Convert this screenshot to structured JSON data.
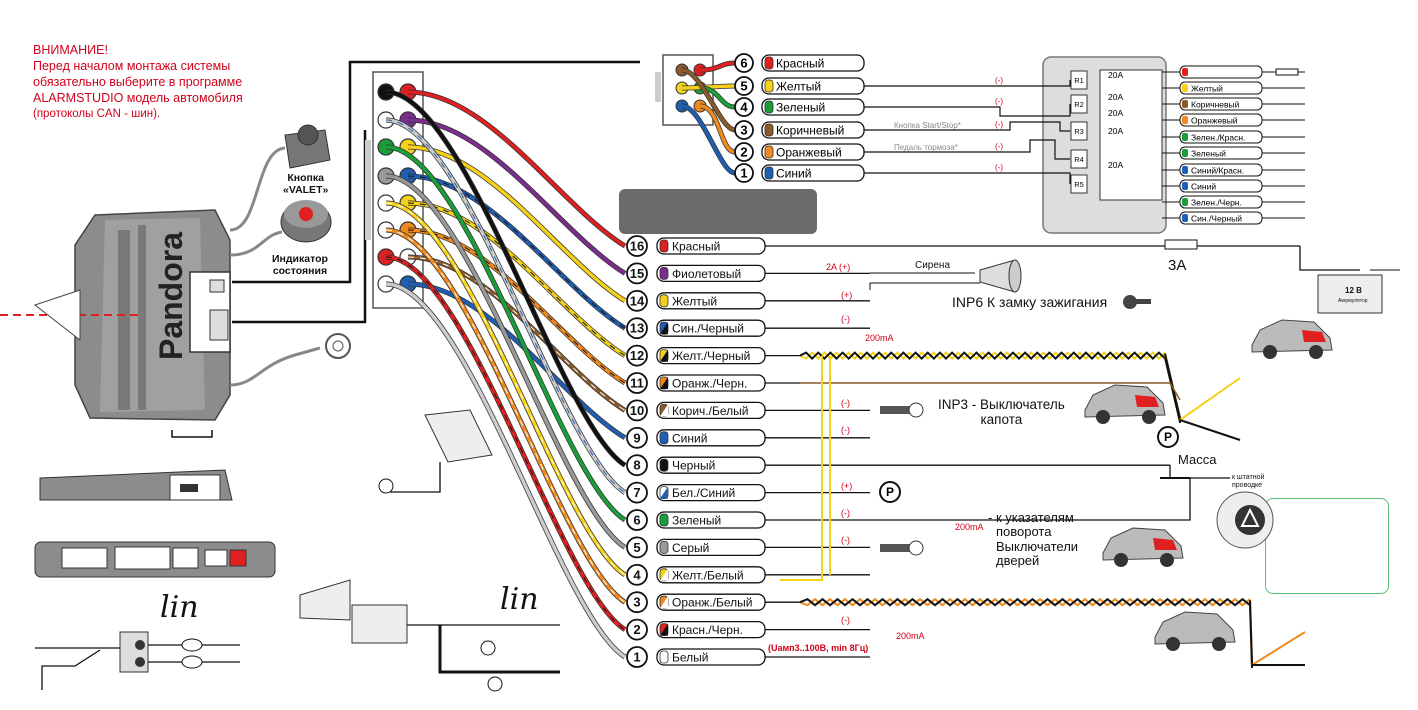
{
  "warning": {
    "line1": "ВНИМАНИЕ!",
    "line2": "Перед началом монтажа системы",
    "line3": "обязательно выберите в программе",
    "line4": "ALARMSTUDIO  модель автомобиля",
    "line5": "(протоколы CAN - шин)."
  },
  "main_unit": {
    "brand": "Pandora",
    "valet_label_1": "Кнопка",
    "valet_label_2": "«VALET»",
    "indicator_label_1": "Индикатор",
    "indicator_label_2": "состояния"
  },
  "lin_label": "lin",
  "connector_top": [
    {
      "pin": "6",
      "label": "Красный",
      "color": "#e02020"
    },
    {
      "pin": "5",
      "label": "Желтый",
      "color": "#f5d11a"
    },
    {
      "pin": "4",
      "label": "Зеленый",
      "color": "#1a9e3a"
    },
    {
      "pin": "3",
      "label": "Коричневый",
      "color": "#8a5a2b"
    },
    {
      "pin": "2",
      "label": "Оранжевый",
      "color": "#f08a1c"
    },
    {
      "pin": "1",
      "label": "Синий",
      "color": "#1f5fb3"
    }
  ],
  "top_notes": {
    "start_stop": "Кнопка Start/Stop*",
    "brake": "Педаль тормоза*",
    "minus": "(-)"
  },
  "relay": {
    "labels": [
      "R1",
      "R2",
      "R3",
      "R4",
      "R5"
    ],
    "fuse": "20A",
    "outputs": [
      {
        "label": "",
        "color": "#e02020"
      },
      {
        "label": "Желтый",
        "color": "#f5d11a"
      },
      {
        "label": "Коричневый",
        "color": "#8a5a2b"
      },
      {
        "label": "Оранжевый",
        "color": "#f08a1c"
      },
      {
        "label": "Зелен./Красн.",
        "color": "#1a9e3a"
      },
      {
        "label": "Зеленый",
        "color": "#1a9e3a"
      },
      {
        "label": "Синий/Красн.",
        "color": "#1f5fb3"
      },
      {
        "label": "Синий",
        "color": "#1f5fb3"
      },
      {
        "label": "Зелен./Черн.",
        "color": "#1a9e3a"
      },
      {
        "label": "Син./Черный",
        "color": "#1f5fb3"
      }
    ]
  },
  "connector_main": [
    {
      "pin": "16",
      "label": "Красный",
      "color": "#e02020",
      "stripe": ""
    },
    {
      "pin": "15",
      "label": "Фиолетовый",
      "color": "#7b2d8e",
      "stripe": ""
    },
    {
      "pin": "14",
      "label": "Желтый",
      "color": "#f5d11a",
      "stripe": ""
    },
    {
      "pin": "13",
      "label": "Син./Черный",
      "color": "#1f5fb3",
      "stripe": "#111"
    },
    {
      "pin": "12",
      "label": "Желт./Черный",
      "color": "#f5d11a",
      "stripe": "#111"
    },
    {
      "pin": "11",
      "label": "Оранж./Черн.",
      "color": "#f08a1c",
      "stripe": "#111"
    },
    {
      "pin": "10",
      "label": "Корич./Белый",
      "color": "#8a5a2b",
      "stripe": "#fff"
    },
    {
      "pin": "9",
      "label": "Синий",
      "color": "#1f5fb3",
      "stripe": ""
    },
    {
      "pin": "8",
      "label": "Черный",
      "color": "#111",
      "stripe": ""
    },
    {
      "pin": "7",
      "label": "Бел./Синий",
      "color": "#ffffff",
      "stripe": "#1f5fb3"
    },
    {
      "pin": "6",
      "label": "Зеленый",
      "color": "#1a9e3a",
      "stripe": ""
    },
    {
      "pin": "5",
      "label": "Серый",
      "color": "#999999",
      "stripe": ""
    },
    {
      "pin": "4",
      "label": "Желт./Белый",
      "color": "#f5d11a",
      "stripe": "#fff"
    },
    {
      "pin": "3",
      "label": "Оранж./Белый",
      "color": "#f08a1c",
      "stripe": "#fff"
    },
    {
      "pin": "2",
      "label": "Красн./Черн.",
      "color": "#e02020",
      "stripe": "#111"
    },
    {
      "pin": "1",
      "label": "Белый",
      "color": "#ffffff",
      "stripe": ""
    }
  ],
  "annotations": {
    "fuse_3a": "3A",
    "battery": "12 В",
    "battery_sub": "Аккумулятор",
    "siren": "Сирена",
    "siren_current": "2A (+)",
    "plus": "(+)",
    "minus": "(-)",
    "inp6": "INP6 К замку зажигания",
    "ma200": "200mA",
    "inp3_1": "INP3 - Выключатель",
    "inp3_2": "капота",
    "mass": "Масса",
    "turn_1": "- к указателям",
    "turn_2": "поворота",
    "doors_1": "Выключатели",
    "doors_2": "дверей",
    "to_wiring_1": "к штатной",
    "to_wiring_2": "проводке",
    "tacho": "(Uамп3..100В, min 8Гц)"
  }
}
